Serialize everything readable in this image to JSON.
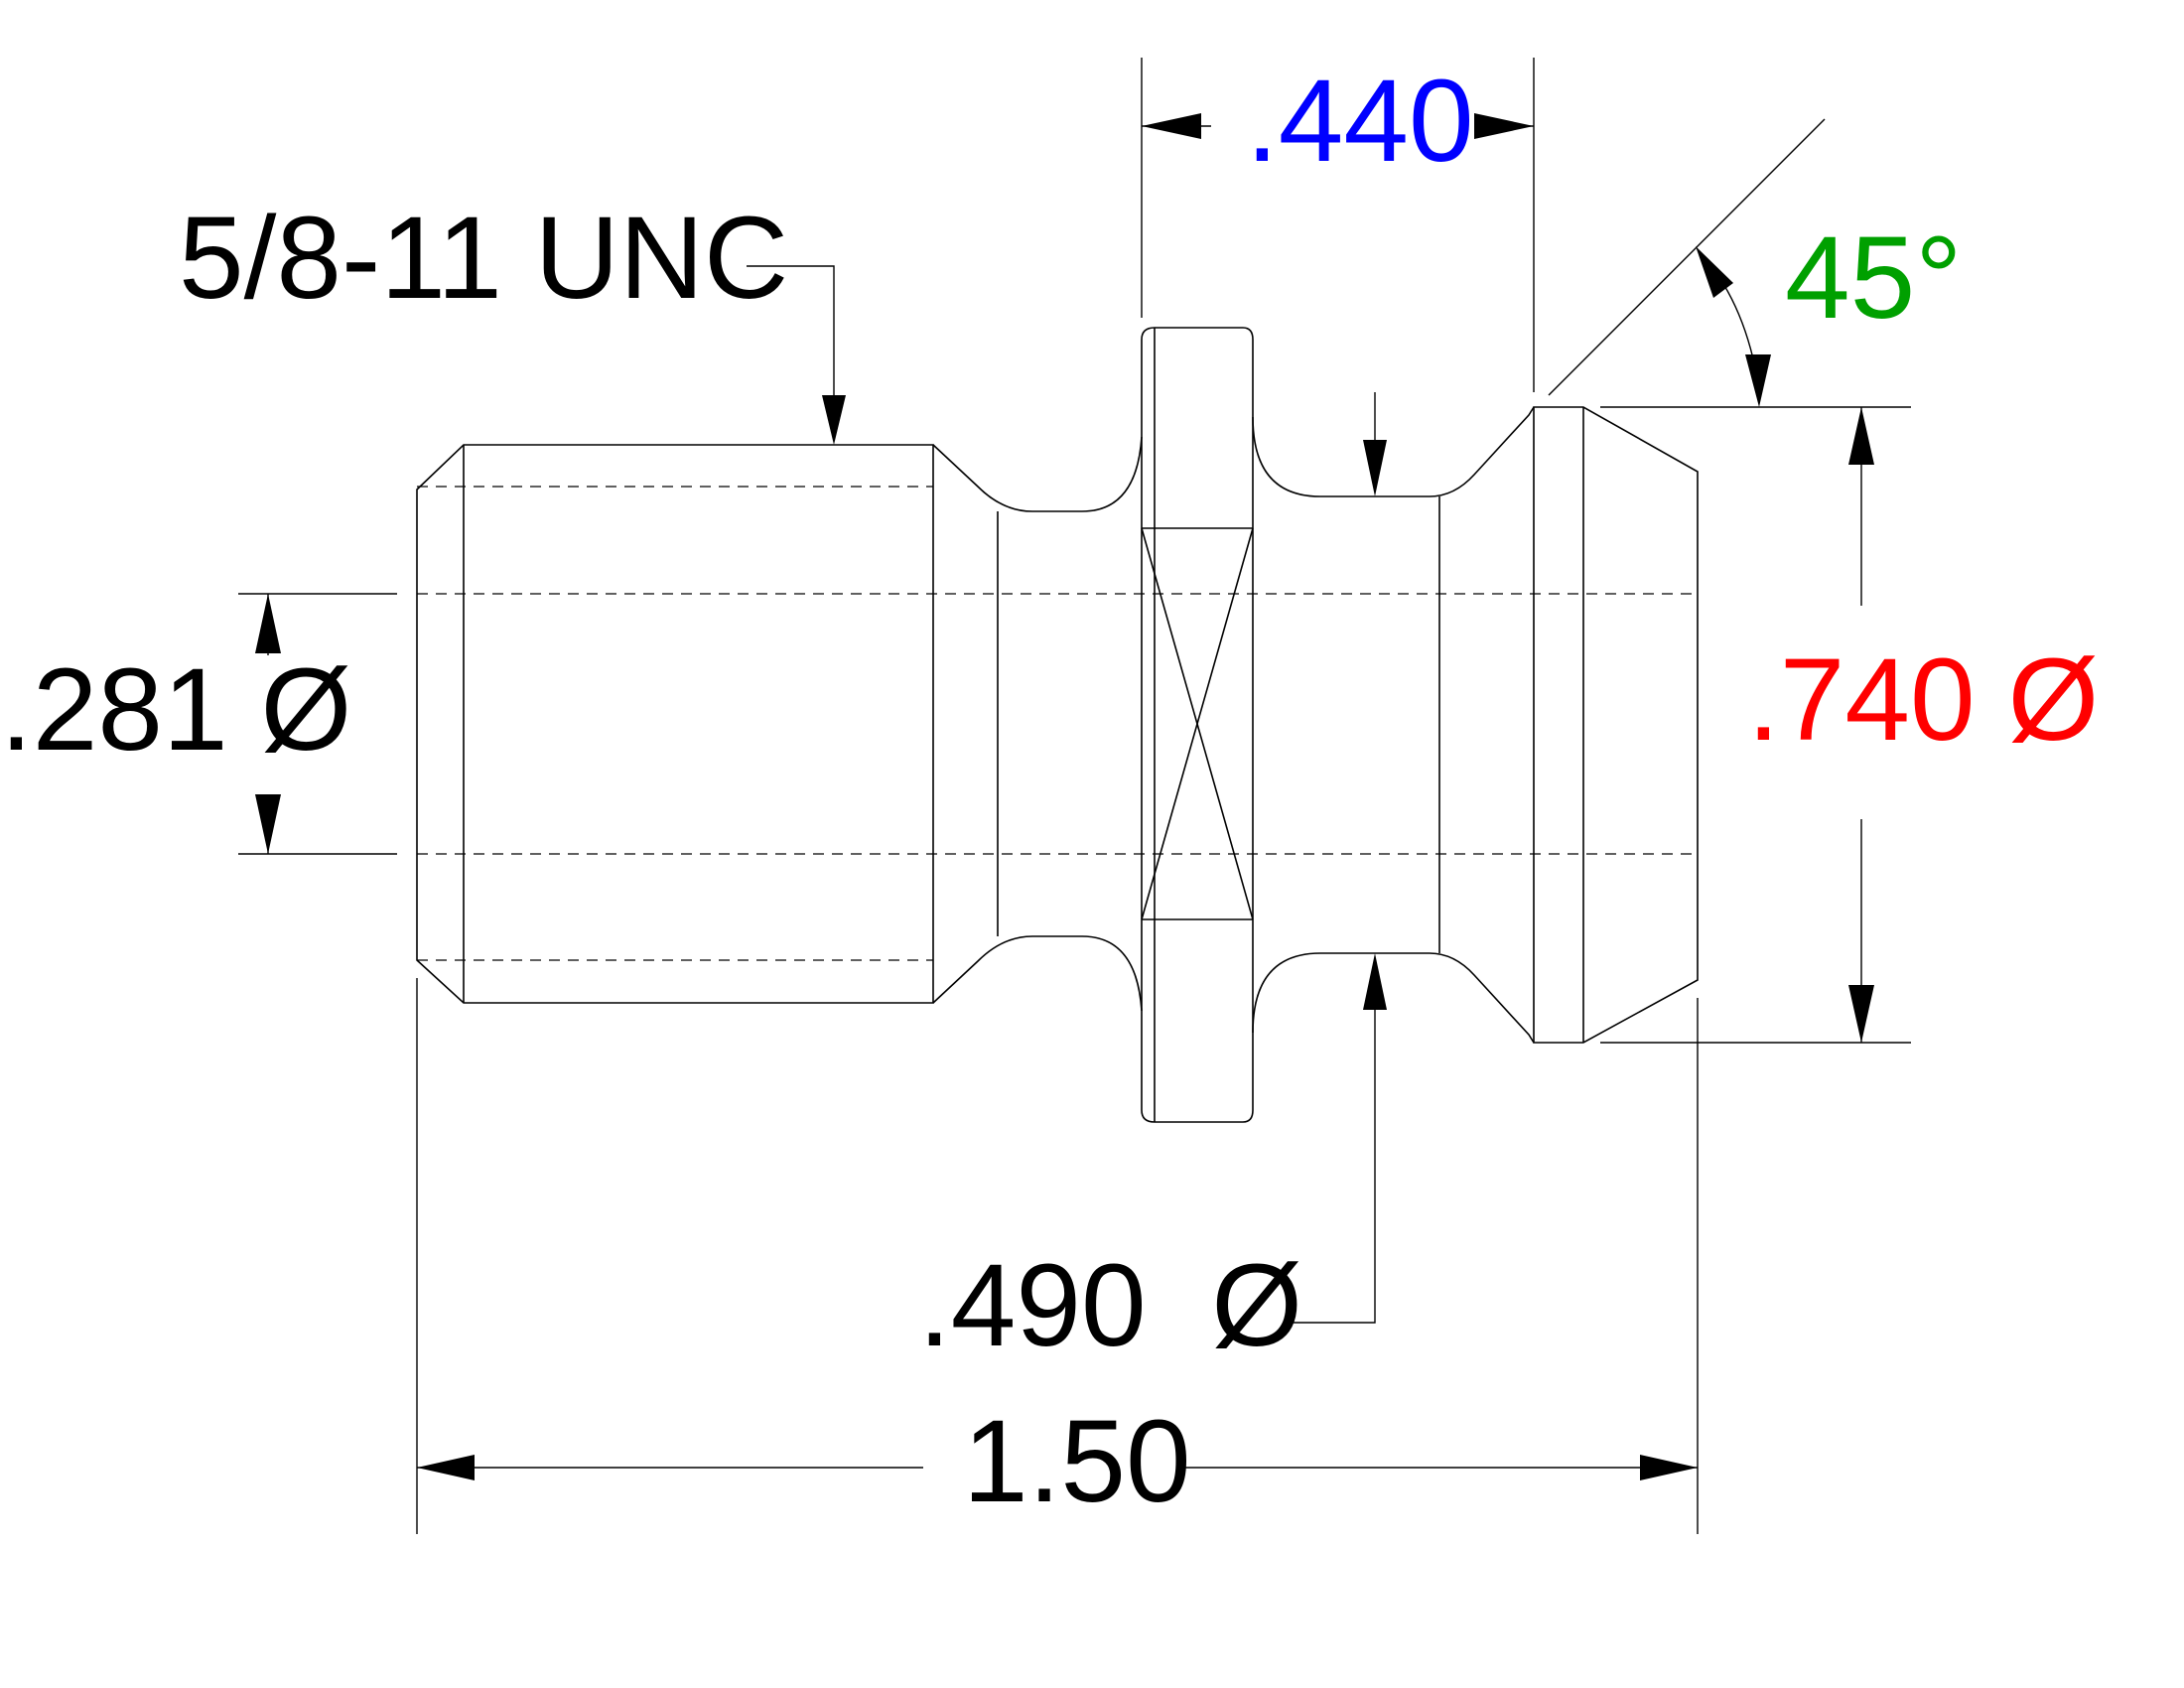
{
  "labels": {
    "thread": "5/8-11 UNC",
    "dim_440": ".440",
    "angle_45": "45°",
    "dia_281": ".281 Ø",
    "dia_740": ".740 Ø",
    "dia_490": ".490  Ø",
    "length_150": "1.50"
  },
  "colors": {
    "thread": "#000000",
    "dim_440": "#0000ff",
    "angle_45": "#00a000",
    "dia_281": "#000000",
    "dia_740": "#ff0000",
    "dia_490": "#000000",
    "length_150": "#000000",
    "line": "#000000"
  }
}
